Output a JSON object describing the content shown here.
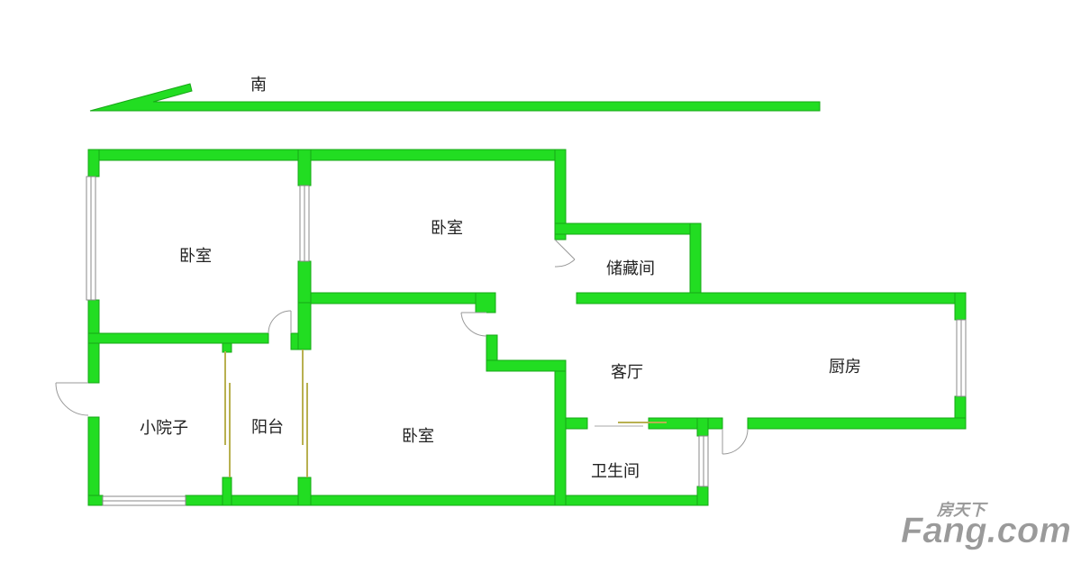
{
  "compass": {
    "label": "南"
  },
  "rooms": {
    "bedroom_top_left": "卧室",
    "bedroom_top_middle": "卧室",
    "storage": "储藏间",
    "yard": "小院子",
    "balcony": "阳台",
    "bedroom_bottom": "卧室",
    "living_room": "客厅",
    "kitchen": "厨房",
    "bathroom": "卫生间"
  },
  "watermark": {
    "brand_cn": "房天下",
    "brand_en": "Fang.com"
  },
  "colors": {
    "wall": "#22dd22",
    "wall_outline": "#17a817",
    "door": "#b8b050",
    "window": "#888888",
    "watermark": "#9a9a9a"
  }
}
